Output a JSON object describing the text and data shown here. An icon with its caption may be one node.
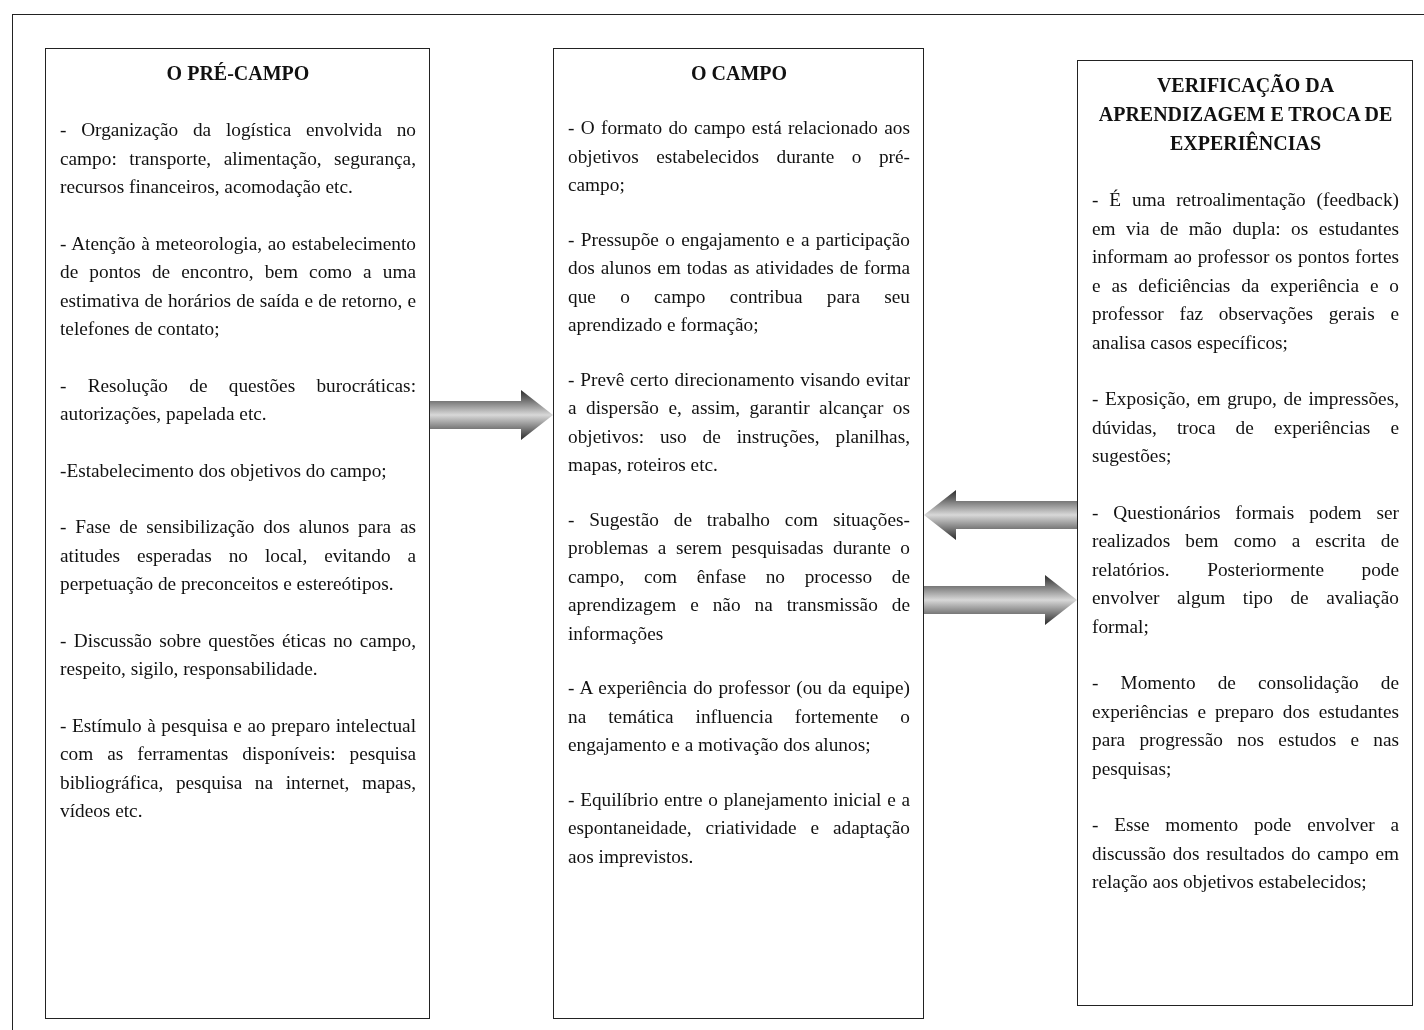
{
  "diagram": {
    "nodes": [
      {
        "text": [
          "O PRÉ-CAMPO",
          "- Organização da logística envolvida no campo: transporte, alimentação, segurança, recursos financeiros, acomodação etc.",
          "- Atenção à meteorologia, ao estabelecimento de pontos de encontro, bem como a uma estimativa de horários de saída e de retorno, e telefones de contato;",
          "- Resolução de questões burocráticas: autorizações, papelada etc.",
          "-Estabelecimento dos objetivos do campo;",
          "- Fase de sensibilização dos alunos para as atitudes esperadas no local, evitando a perpetuação de preconceitos e estereótipos.",
          "- Discussão sobre questões éticas no campo, respeito, sigilo, responsabilidade.",
          "- Estímulo à pesquisa e ao preparo intelectual com as ferramentas disponíveis: pesquisa bibliográfica, pesquisa na internet, mapas, vídeos etc."
        ]
      },
      {
        "text": [
          "O CAMPO",
          "- O formato do campo está relacionado aos objetivos estabelecidos durante o pré-campo;",
          "- Pressupõe o engajamento e a participação dos alunos em todas as atividades de forma que o campo contribua para seu aprendizado e formação;",
          "- Prevê certo direcionamento visando evitar a dispersão e, assim, garantir alcançar os objetivos: uso de instruções, planilhas, mapas, roteiros etc.",
          "- Sugestão de trabalho com situações-problemas a serem pesquisadas durante o campo, com ênfase no processo de aprendizagem e não na transmissão de informações",
          "- A experiência do professor (ou da equipe) na temática influencia fortemente o engajamento e a motivação dos alunos;",
          "- Equilíbrio entre o planejamento inicial e a espontaneidade, criatividade e adaptação aos imprevistos."
        ]
      },
      {
        "text": [
          "VERIFICAÇÃO DA APRENDIZAGEM E TROCA DE EXPERIÊNCIAS",
          "- É uma retroalimentação (feedback) em via de mão dupla: os estudantes informam ao professor os pontos fortes e as deficiências da experiência e o professor faz observações gerais e analisa casos específicos;",
          "- Exposição, em grupo, de impressões, dúvidas, troca de experiências e sugestões;",
          "- Questionários formais podem ser realizados bem como a escrita de relatórios. Posteriormente pode envolver algum tipo de avaliação formal;",
          "- Momento de consolidação de experiências e preparo dos estudantes para progressão nos estudos e nas pesquisas;",
          "- Esse momento pode envolver a discussão dos resultados do campo em relação aos objetivos estabelecidos;"
        ]
      }
    ],
    "edges": [
      {
        "from": 0,
        "to": 1,
        "arrow": "to"
      },
      {
        "from": 2,
        "to": 1,
        "arrow": "to"
      },
      {
        "from": 1,
        "to": 2,
        "arrow": "to"
      }
    ]
  }
}
